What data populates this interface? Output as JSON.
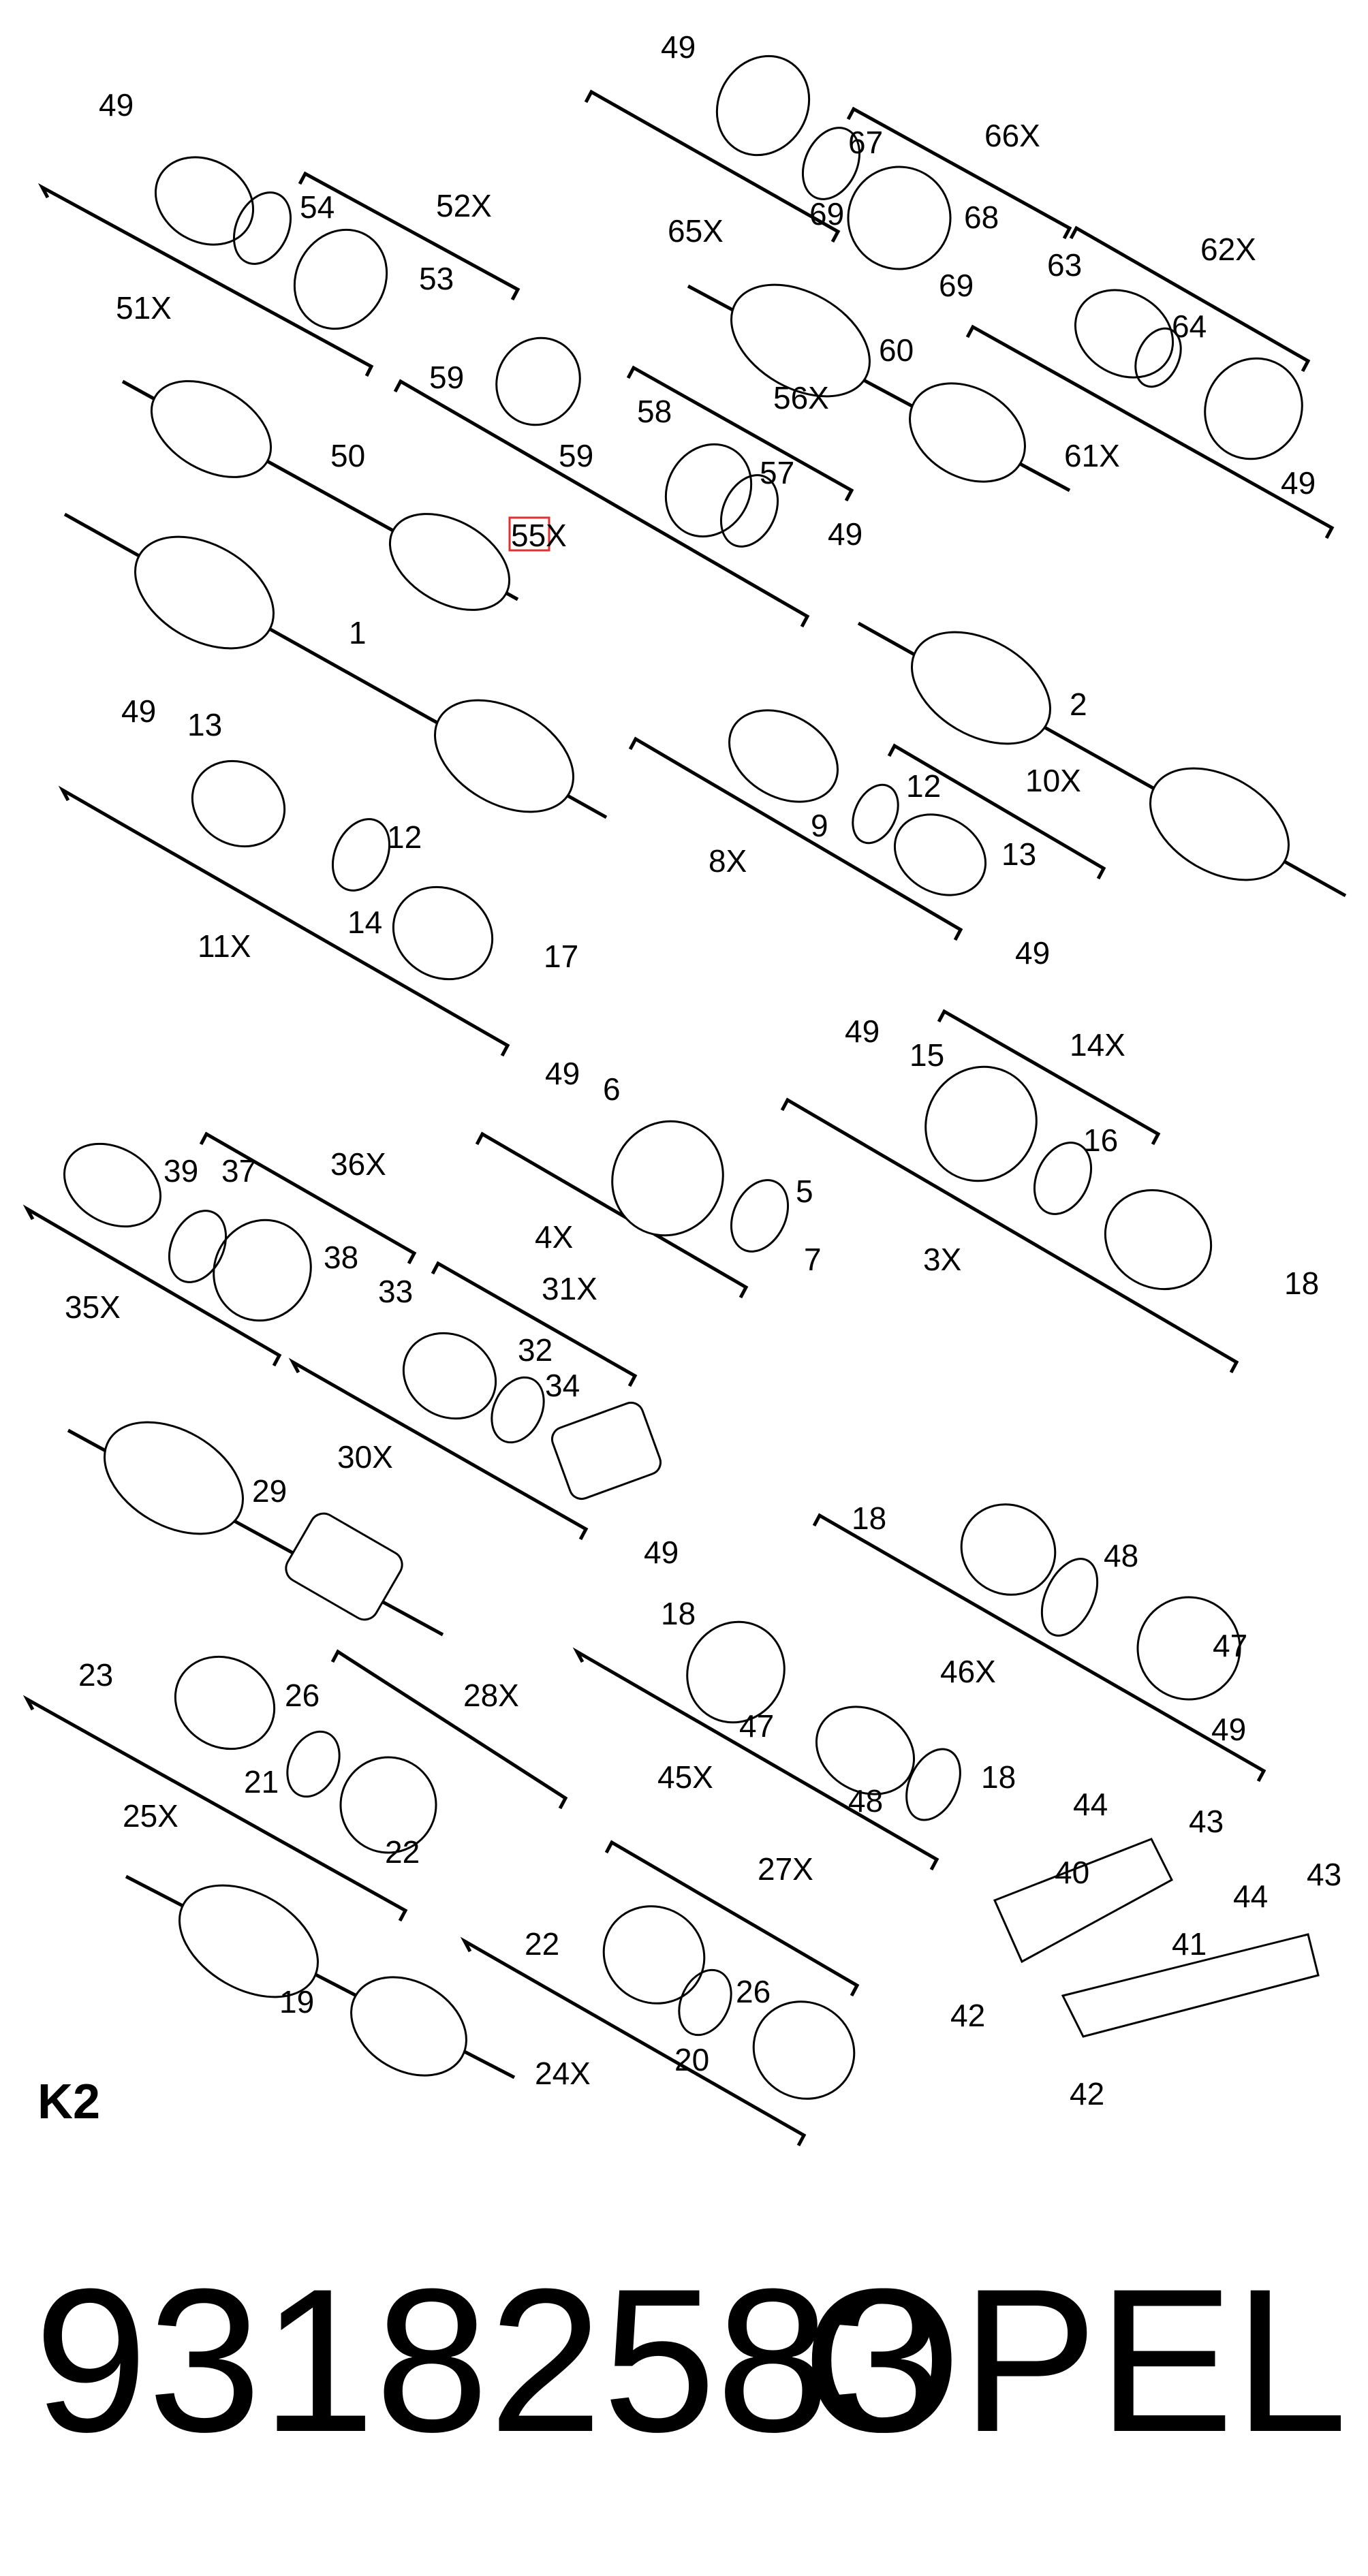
{
  "diagram": {
    "section_tag": "K2",
    "highlight_part": "55",
    "part_labels": [
      "49",
      "52X",
      "54",
      "53",
      "51X",
      "59",
      "59",
      "58",
      "56X",
      "57",
      "55X",
      "49",
      "50",
      "1",
      "49",
      "13",
      "12",
      "14",
      "11X",
      "17",
      "49",
      "65X",
      "67",
      "66X",
      "69",
      "68",
      "69",
      "63",
      "62X",
      "64",
      "60",
      "61X",
      "49",
      "2",
      "9",
      "12",
      "10X",
      "8X",
      "13",
      "49",
      "49",
      "6",
      "5",
      "7",
      "4X",
      "49",
      "15",
      "14X",
      "16",
      "3X",
      "18",
      "39",
      "37",
      "36X",
      "35X",
      "38",
      "33",
      "31X",
      "32",
      "34",
      "30X",
      "29",
      "18",
      "48",
      "46X",
      "47",
      "49",
      "49",
      "18",
      "47",
      "45X",
      "48",
      "18",
      "23",
      "26",
      "28X",
      "21",
      "25X",
      "22",
      "44",
      "43",
      "40",
      "44",
      "43",
      "41",
      "42",
      "42",
      "27X",
      "22",
      "26",
      "24X",
      "20",
      "19"
    ]
  },
  "footer": {
    "part_number": "93182583",
    "brand": "OPEL"
  }
}
